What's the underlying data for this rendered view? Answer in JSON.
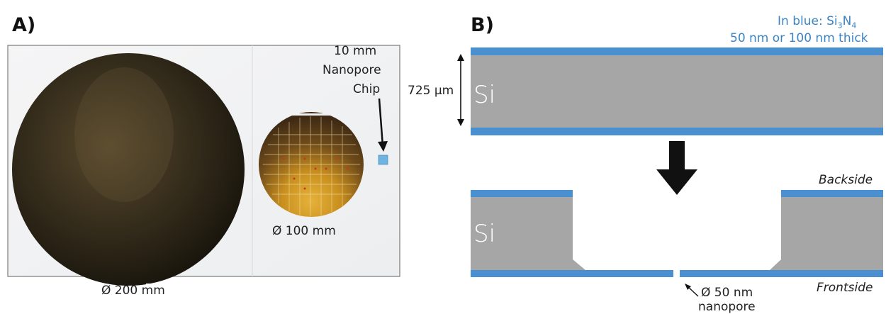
{
  "panel_a": {
    "label": "A)",
    "wafer_200_label": "Ø 200 mm",
    "wafer_100_label": "Ø 100 mm",
    "chip_label_line1": "10 mm",
    "chip_label_line2": "Nanopore",
    "chip_label_line3": "Chip"
  },
  "panel_b": {
    "label": "B)",
    "legend_line1_prefix": "In blue: Si",
    "legend_sub1": "3",
    "legend_mid": "N",
    "legend_sub2": "4",
    "legend_line2": "50 nm or 100 nm thick",
    "thickness_label": "725 µm",
    "si_label_top": "Si",
    "si_label_bottom": "Si",
    "backside_label": "Backside",
    "frontside_label": "Frontside",
    "nanopore_line1": "Ø 50 nm",
    "nanopore_line2": "nanopore"
  },
  "colors": {
    "silicon": "#a6a6a6",
    "nitride": "#4a8fd0",
    "text_blue": "#3b84c4"
  }
}
